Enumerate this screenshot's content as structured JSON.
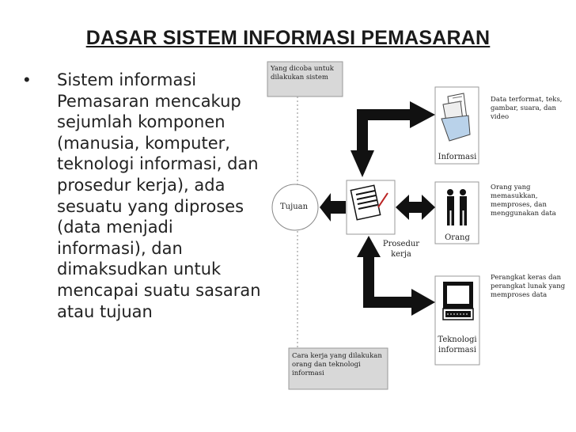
{
  "slide": {
    "title": "DASAR SISTEM INFORMASI PEMASARAN",
    "bullet_symbol": "•",
    "bullet_text": "Sistem informasi Pemasaran mencakup sejumlah komponen (manusia, komputer, teknologi informasi, dan prosedur kerja), ada sesuatu yang diproses  (data menjadi informasi), dan dimaksudkan untuk mencapai suatu sasaran atau tujuan"
  },
  "diagram": {
    "box_top": "Yang dicoba untuk dilakukan sistem",
    "box_bottom": "Cara kerja yang dilakukan orang dan teknologi informasi",
    "tujuan": "Tujuan",
    "prosedur_kerja": "Prosedur kerja",
    "informasi": "Informasi",
    "orang": "Orang",
    "teknologi_informasi": "Teknologi informasi",
    "desc_informasi": "Data terformat, teks, gambar, suara, dan video",
    "desc_orang": "Orang yang memasukkan, memproses, dan menggunakan data",
    "desc_teknologi": "Perangkat keras dan perangkat lunak yang memproses data"
  }
}
